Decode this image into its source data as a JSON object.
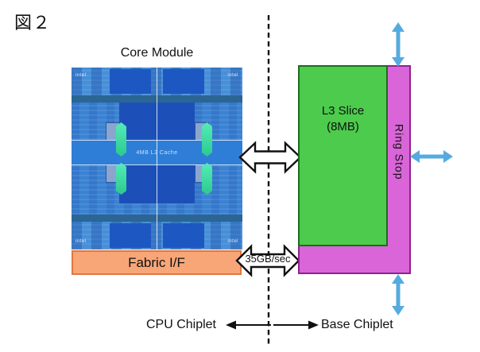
{
  "figure": {
    "label": "図２"
  },
  "cpu": {
    "core_module_label": "Core Module",
    "die": {
      "l2_cache_label": "4MB L2 Cache",
      "logo": "intel"
    },
    "fabric_label": "Fabric I/F"
  },
  "base": {
    "l3_line1": "L3 Slice",
    "l3_line2": "(8MB)",
    "ring_stop_label": "Ring Stop"
  },
  "links": {
    "bandwidth_label": "35GB/sec"
  },
  "footer": {
    "left_label": "CPU Chiplet",
    "right_label": "Base Chiplet"
  },
  "colors": {
    "die_blue": "#3478cc",
    "l2_band_blue": "#2e7ed8",
    "core_arrow_green": "#38e0a0",
    "fabric_orange": "#f8a678",
    "l3_green": "#4ccb4c",
    "ring_magenta": "#d965d9",
    "bus_cyan": "#55abdf"
  }
}
